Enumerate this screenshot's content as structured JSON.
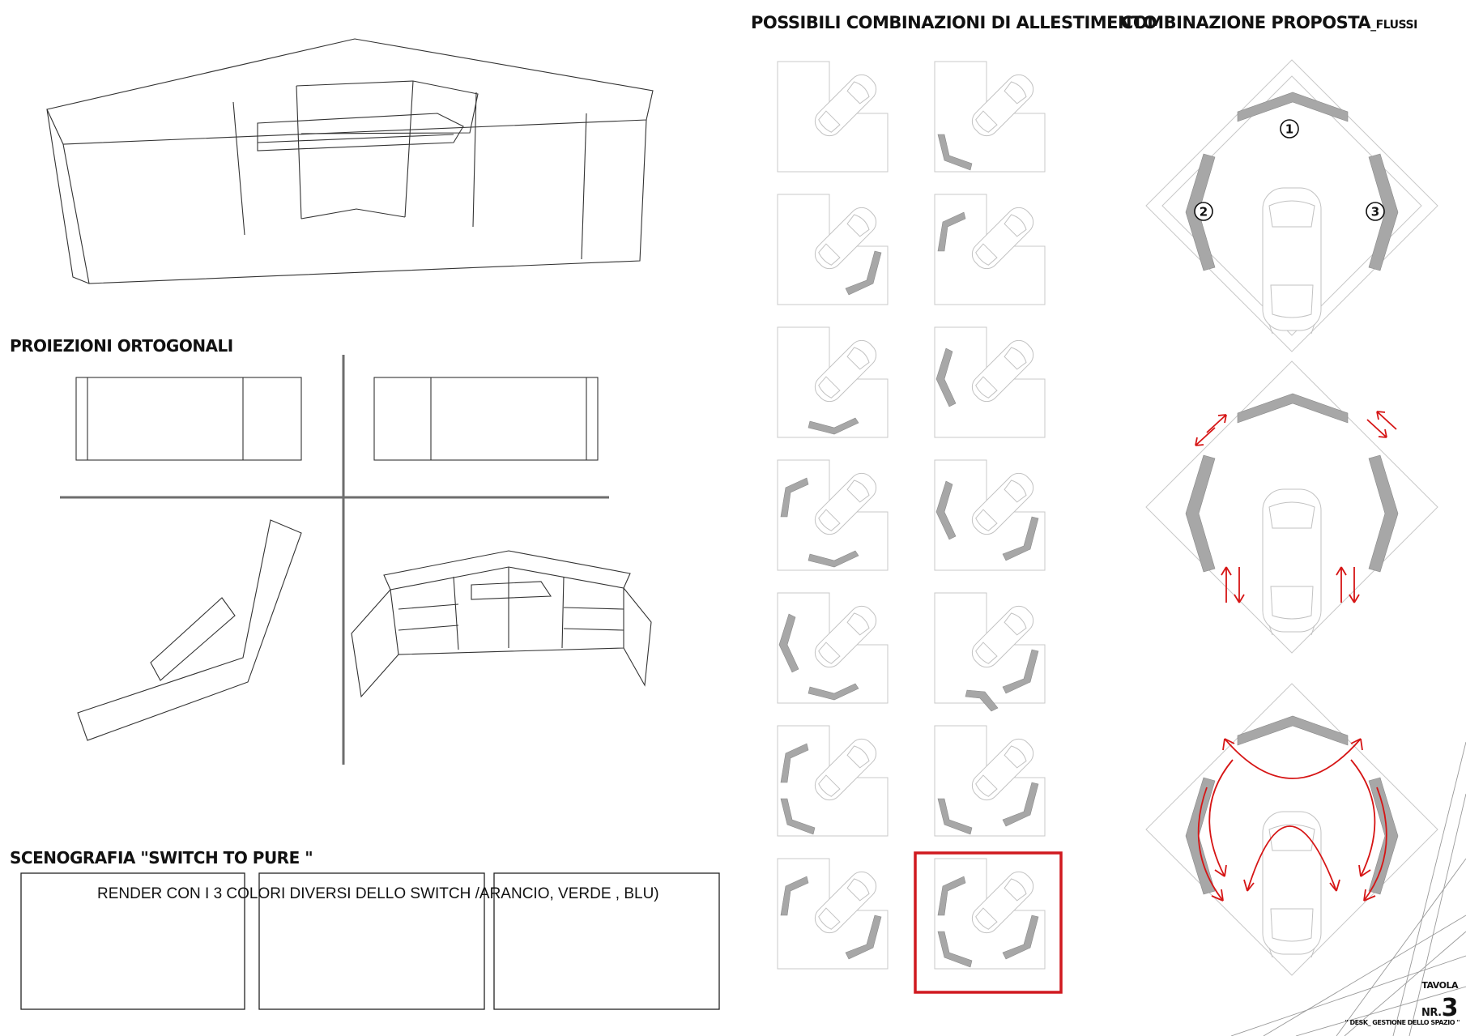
{
  "headings": {
    "combinations": "POSSIBILI COMBINAZIONI DI ALLESTIMENTO",
    "proposal_main": "COMBINAZIONE PROPOSTA",
    "proposal_suffix": "_FLUSSI",
    "projections": "PROIEZIONI ORTOGONALI",
    "scenography": "SCENOGRAFIA \"SWITCH TO PURE \""
  },
  "render_note": "RENDER CON I 3 COLORI DIVERSI DELLO SWITCH /ARANCIO, VERDE , BLU)",
  "badges": [
    "1",
    "2",
    "3"
  ],
  "footer": {
    "tavola": "TAVOLA",
    "nr_label": "NR.",
    "nr_value": "3",
    "caption": "\" DESK_ GESTIONE DELLO SPAZIO \""
  },
  "colors": {
    "arrows": "#d61515",
    "highlight": "#d0191f",
    "desk_segment": "#a7a7a7"
  }
}
